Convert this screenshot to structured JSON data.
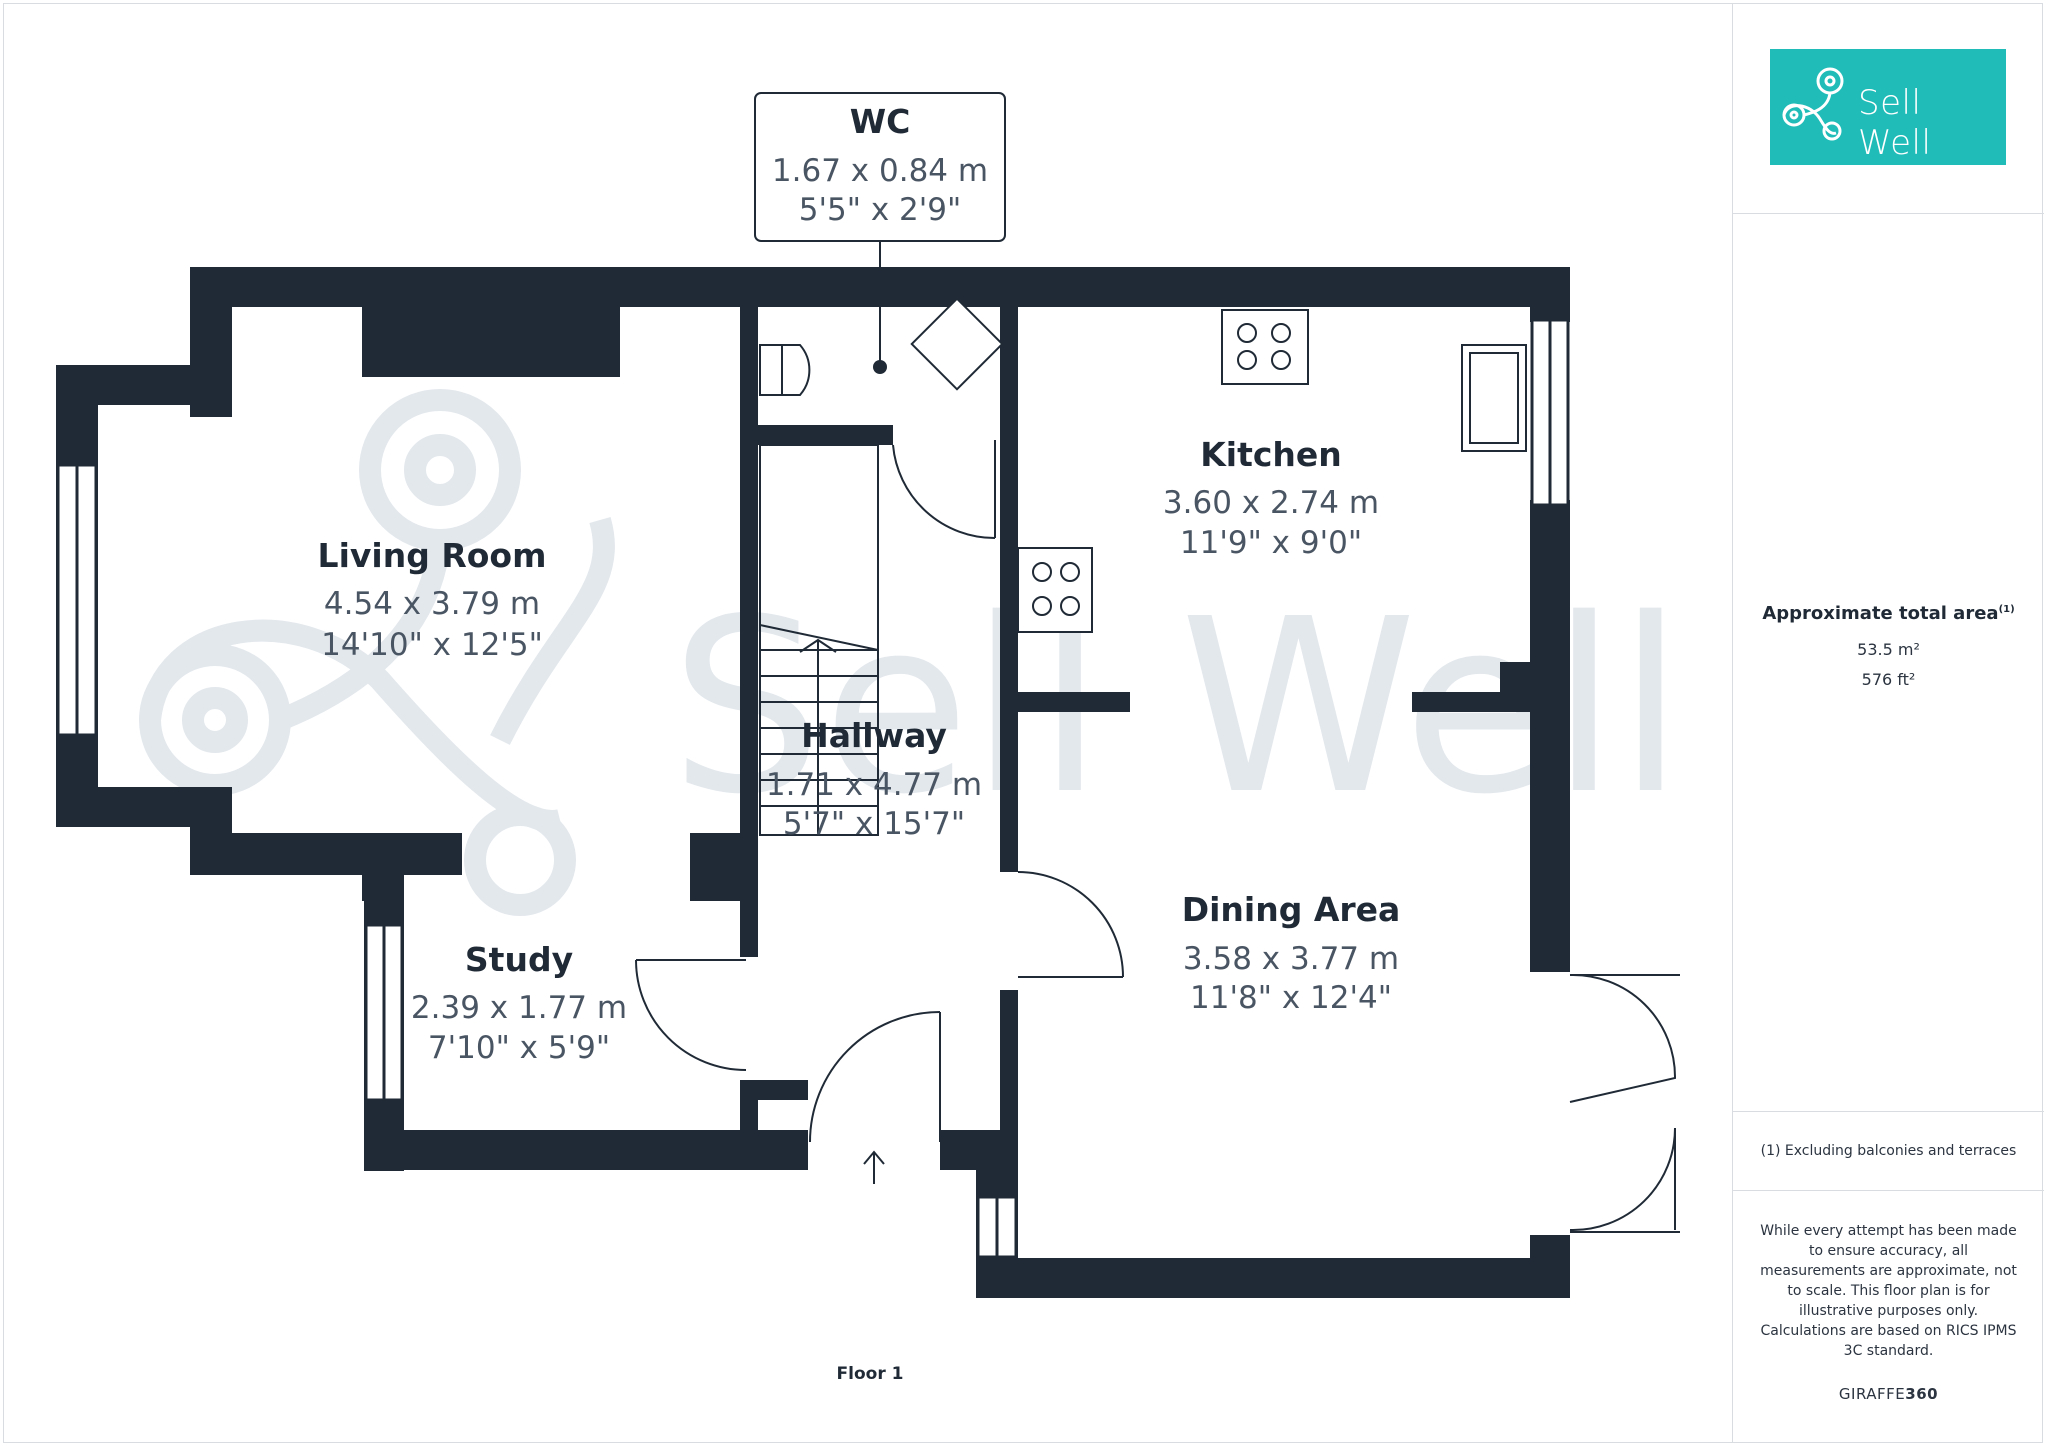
{
  "plan": {
    "rooms": [
      {
        "name": "WC",
        "metric": "1.67 x 0.84 m",
        "imperial": "5'5\" x 2'9\""
      },
      {
        "name": "Living Room",
        "metric": "4.54 x 3.79 m",
        "imperial": "14'10\" x 12'5\""
      },
      {
        "name": "Kitchen",
        "metric": "3.60 x 2.74 m",
        "imperial": "11'9\" x 9'0\""
      },
      {
        "name": "Hallway",
        "metric": "1.71 x 4.77 m",
        "imperial": "5'7\" x 15'7\""
      },
      {
        "name": "Dining Area",
        "metric": "3.58 x 3.77 m",
        "imperial": "11'8\" x 12'4\""
      },
      {
        "name": "Study",
        "metric": "2.39 x 1.77 m",
        "imperial": "7'10\" x 5'9\""
      }
    ],
    "floor_label": "Floor 1",
    "watermark": "Sell Well",
    "colors": {
      "wall": "#1f2a36",
      "watermark": "#e3e8ed",
      "brand": "#1fbcb8"
    }
  },
  "sidebar": {
    "logo_text": "Sell Well",
    "area_title": "Approximate total area",
    "area_footnote_mark": "(1)",
    "area_m2": "53.5 m²",
    "area_ft2": "576 ft²",
    "footnote": "(1) Excluding balconies and terraces",
    "disclaimer_1": "While every attempt has been made to ensure accuracy, all measurements are approximate, not to scale. This floor plan is for illustrative purposes only.",
    "disclaimer_2": "Calculations are based on RICS IPMS 3C standard.",
    "brand_prefix": "GIRAFFE",
    "brand_suffix": "360"
  }
}
